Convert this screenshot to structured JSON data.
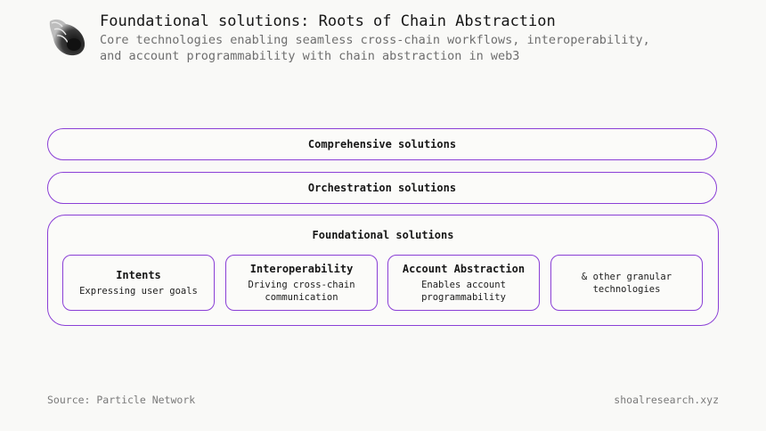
{
  "header": {
    "logo_icon": "shell-icon",
    "title": "Foundational solutions: Roots of Chain Abstraction",
    "subtitle_line1": "Core technologies enabling seamless cross-chain workflows, interoperability,",
    "subtitle_line2": "and account programmability with chain abstraction in web3"
  },
  "layers": {
    "comprehensive": "Comprehensive solutions",
    "orchestration": "Orchestration solutions",
    "foundational": {
      "title": "Foundational solutions",
      "cards": [
        {
          "title": "Intents",
          "desc_line1": "Expressing user goals",
          "desc_line2": ""
        },
        {
          "title": "Interoperability",
          "desc_line1": "Driving cross-chain",
          "desc_line2": "communication"
        },
        {
          "title": "Account Abstraction",
          "desc_line1": "Enables account",
          "desc_line2": "programmability"
        },
        {
          "title": "",
          "desc_line1": "& other granular",
          "desc_line2": "technologies"
        }
      ]
    }
  },
  "footer": {
    "source": "Source: Particle Network",
    "site": "shoalresearch.xyz"
  },
  "colors": {
    "accent": "#8a3fd6",
    "background": "#f9f9f7",
    "muted_text": "#6e6e6e"
  }
}
